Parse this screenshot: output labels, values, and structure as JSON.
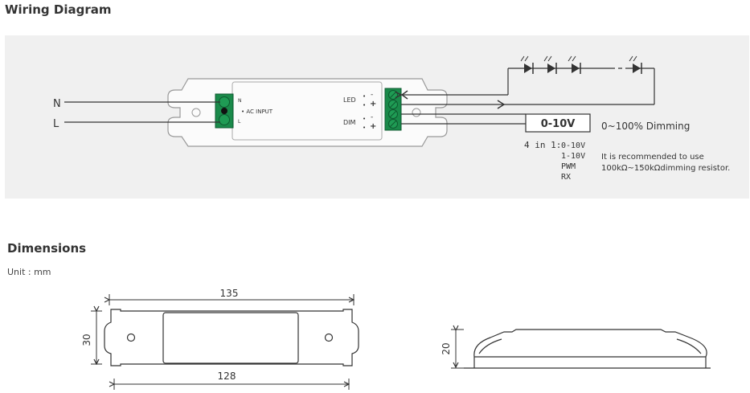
{
  "wiring": {
    "title": "Wiring Diagram",
    "terminal_n": "N",
    "terminal_l": "L",
    "ac_input_label": "AC INPUT",
    "ac_pin_n": "N",
    "ac_pin_l": "L",
    "led_label": "LED",
    "dim_label": "DIM",
    "led_minus": "-",
    "led_plus": "+",
    "dim_minus": "-",
    "dim_plus": "+",
    "dimming_box": "0-10V",
    "dimming_text": "0~100% Dimming",
    "four_in_one_label": "4 in 1:",
    "modes": [
      "0-10V",
      "1-10V",
      "PWM",
      "RX"
    ],
    "note_line1": "It is recommended to use",
    "note_line2": "100kΩ~150kΩdimming resistor."
  },
  "dimensions": {
    "title": "Dimensions",
    "unit": "Unit : mm",
    "length_overall": "135",
    "length_mount": "128",
    "width": "30",
    "height": "20"
  },
  "colors": {
    "panel_bg": "#f0f0f0",
    "terminal_green": "#1a8a4a",
    "line": "#333333"
  }
}
